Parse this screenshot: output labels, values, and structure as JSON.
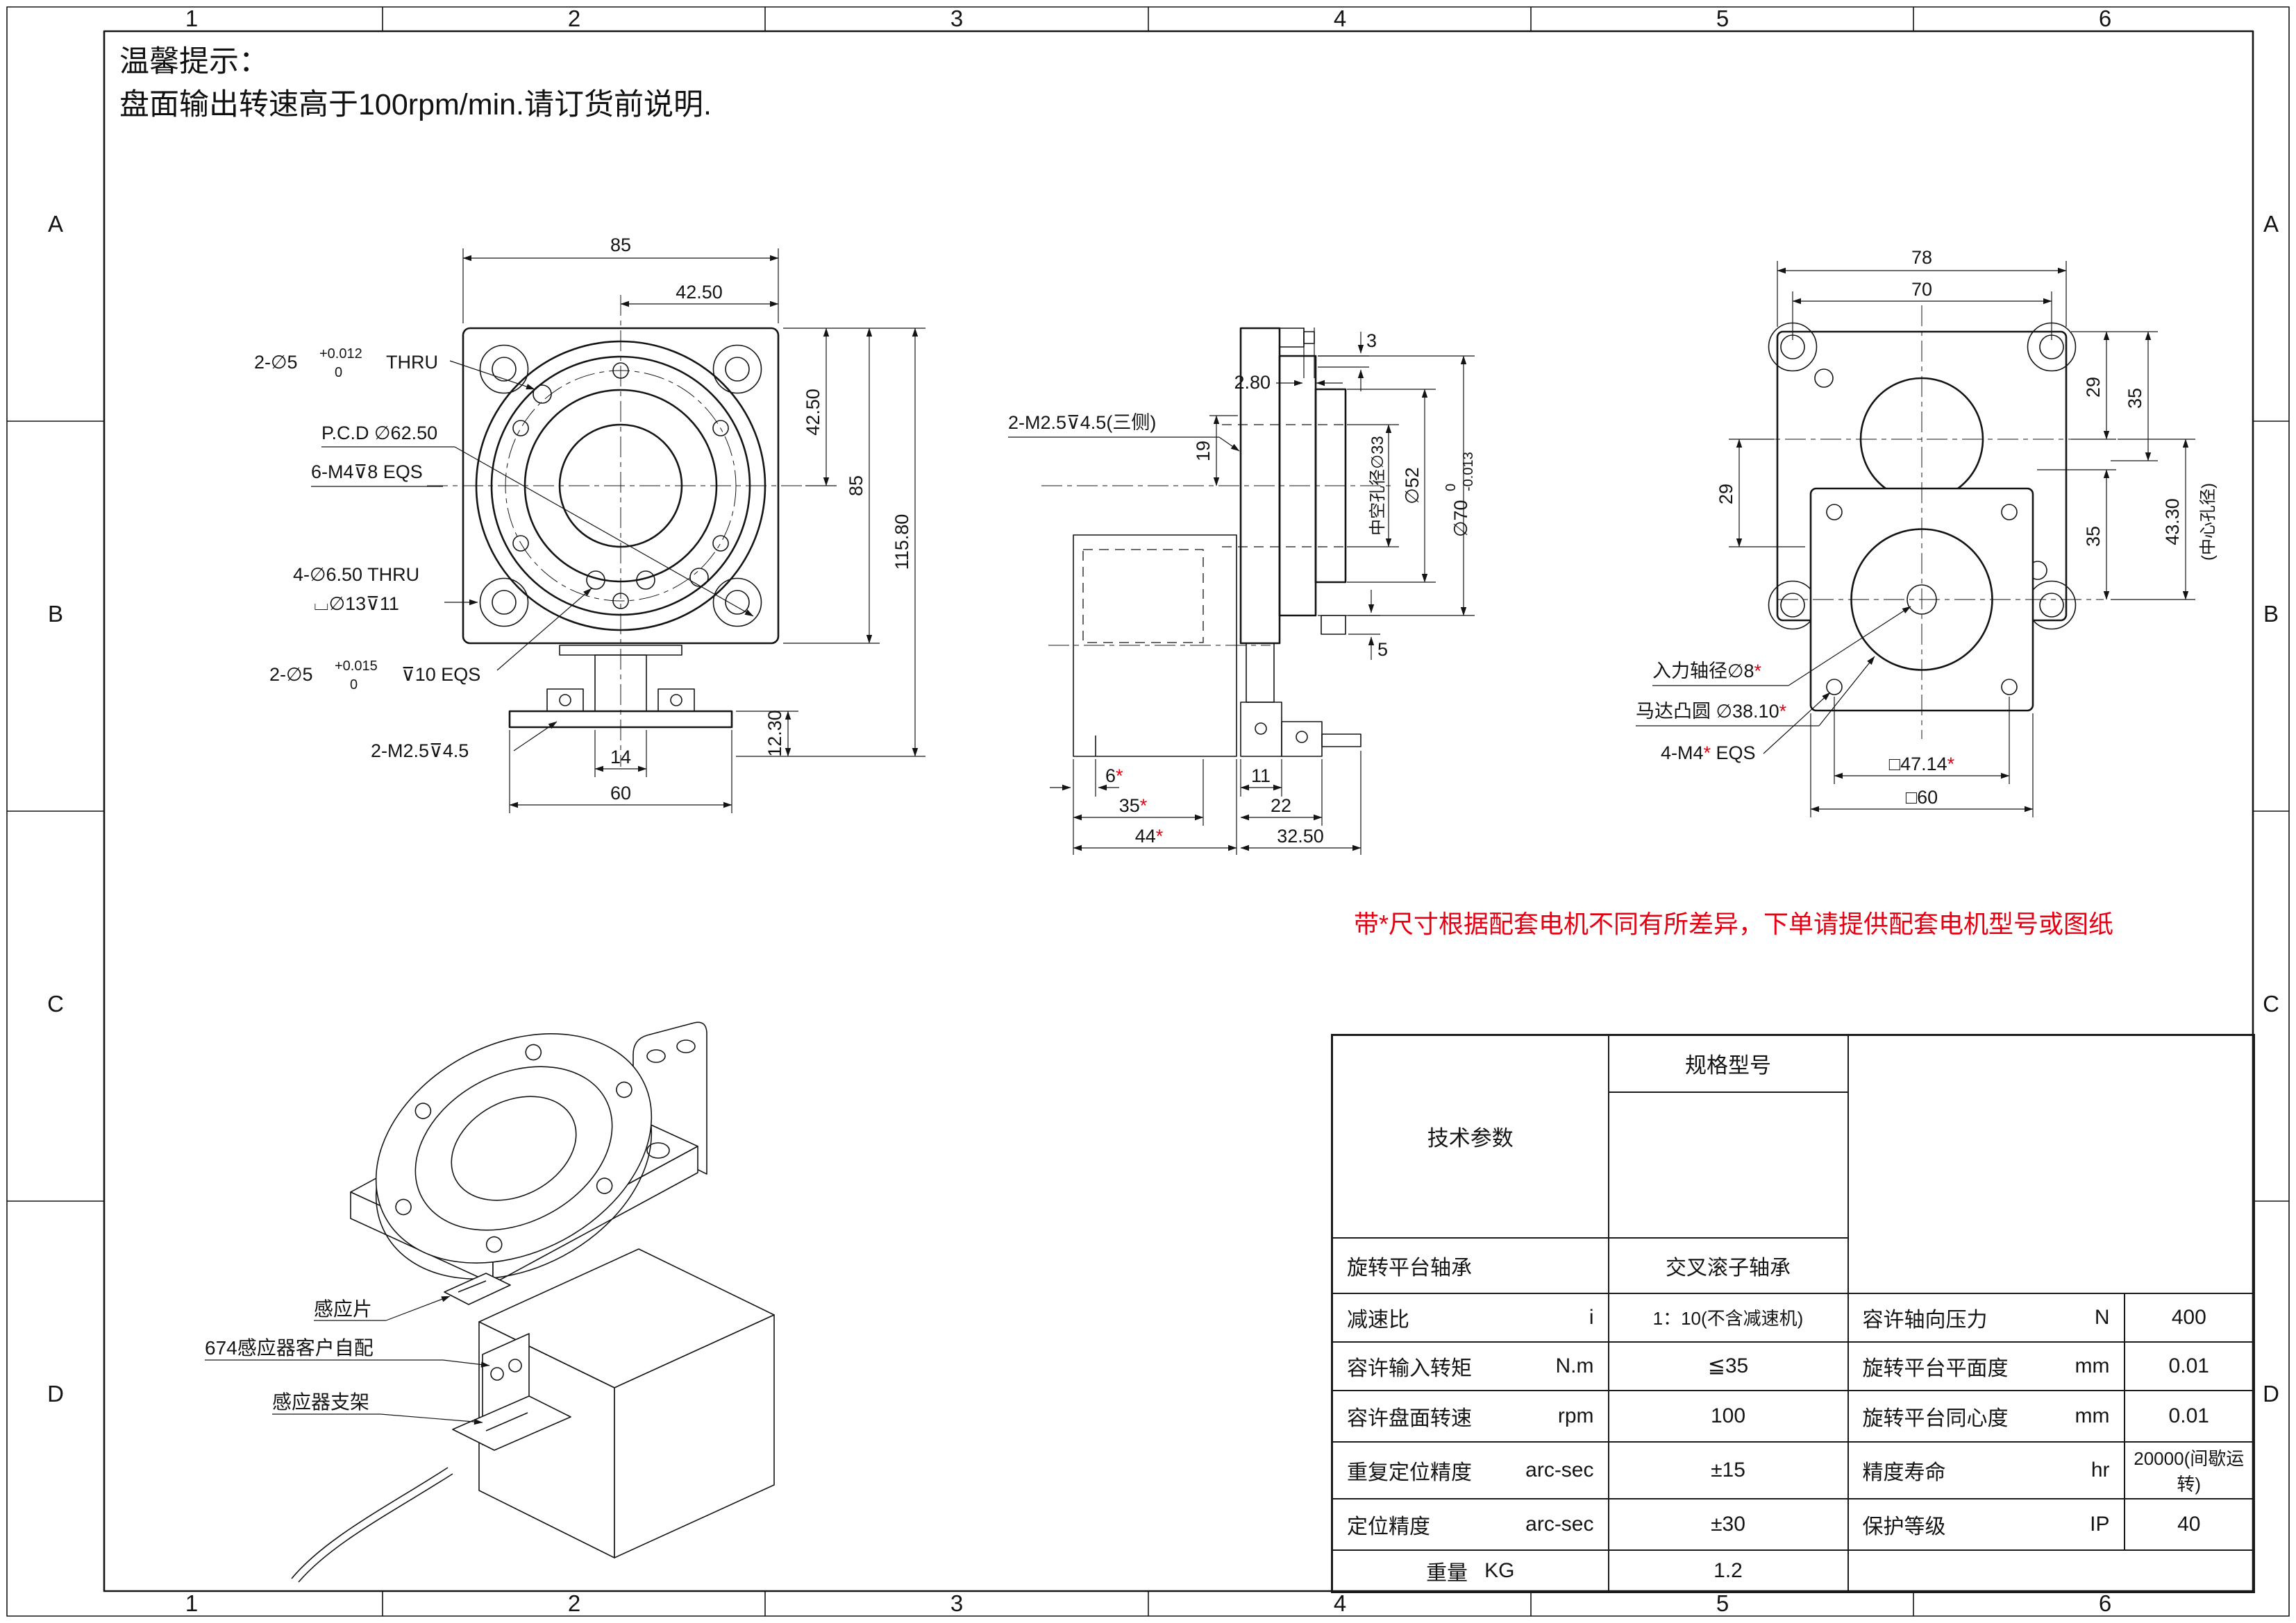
{
  "frame": {
    "cols": [
      "1",
      "2",
      "3",
      "4",
      "5",
      "6"
    ],
    "rows": [
      "A",
      "B",
      "C",
      "D"
    ]
  },
  "notice": {
    "line1": "温馨提示：",
    "line2": "盘面输出转速高于100rpm/min.请订货前说明."
  },
  "red_note": "带*尺寸根据配套电机不同有所差异，下单请提供配套电机型号或图纸",
  "marks": {
    "star": "*"
  },
  "front": {
    "width": "85",
    "half_width": "42.50",
    "half_height": "42.50",
    "height": "85",
    "total_height": "115.80",
    "bracket": "12.30",
    "stem": "14",
    "base": "60",
    "pin_top": "2-∅5",
    "pin_top_tu": "+0.012",
    "pin_top_td": "0",
    "pin_top_suffix": "THRU",
    "pcd": "P.C.D ∅62.50",
    "m4": "6-M4⊽8 EQS",
    "cb1": "4-∅6.50 THRU",
    "cb2": "⌴∅13⊽11",
    "pin_bot": "2-∅5",
    "pin_bot_tu": "+0.015",
    "pin_bot_td": "0",
    "pin_bot_suffix": "⊽10 EQS",
    "m25": "2-M2.5⊽4.5"
  },
  "side": {
    "m25": "2-M2.5⊽4.5(三侧)",
    "d280": "2.80",
    "d3": "3",
    "d19": "19",
    "bore": "中空孔径∅33",
    "d52": "∅52",
    "d70": "∅70",
    "d70_tu": "0",
    "d70_td": "-0.013",
    "d5": "5",
    "d6": "6",
    "d35": "35",
    "d44": "44",
    "d11": "11",
    "d22": "22",
    "d3250": "32.50"
  },
  "rview": {
    "d78": "78",
    "d70": "70",
    "d29r": "29",
    "d35r": "35",
    "d29l": "29",
    "d35b": "35",
    "d4330": "43.30",
    "center_hole": "(中心孔径)",
    "shaft": "入力轴径∅8",
    "boss": "马达凸圆 ∅38.10",
    "m4": "4-M4",
    "m4_suffix": " EQS",
    "d4714": "□47.14",
    "d60": "□60"
  },
  "iso": {
    "vane": "感应片",
    "sensor": "674感应器客户自配",
    "bracket": "感应器支架"
  },
  "table": {
    "param": "技术参数",
    "spec": "规格型号",
    "bearing_label": "旋转平台轴承",
    "bearing_value": "交叉滚子轴承",
    "ratio_label": "减速比",
    "ratio_unit": "i",
    "ratio_value": "1：10(不含减速机)",
    "axial_label": "容许轴向压力",
    "axial_unit": "N",
    "axial_value": "400",
    "torque_label": "容许输入转矩",
    "torque_unit": "N.m",
    "torque_value": "≦35",
    "flatness_label": "旋转平台平面度",
    "flatness_unit": "mm",
    "flatness_value": "0.01",
    "speed_label": "容许盘面转速",
    "speed_unit": "rpm",
    "speed_value": "100",
    "concentric_label": "旋转平台同心度",
    "concentric_unit": "mm",
    "concentric_value": "0.01",
    "repeat_label": "重复定位精度",
    "repeat_unit": "arc-sec",
    "repeat_value": "±15",
    "life_label": "精度寿命",
    "life_unit": "hr",
    "life_value": "20000(间歇运转)",
    "position_label": "定位精度",
    "position_unit": "arc-sec",
    "position_value": "±30",
    "ip_label": "保护等级",
    "ip_unit": "IP",
    "ip_value": "40",
    "weight_label": "重量",
    "weight_unit": "KG",
    "weight_value": "1.2"
  }
}
